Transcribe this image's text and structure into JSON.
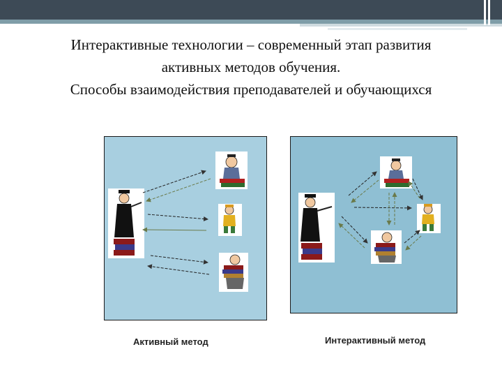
{
  "slide": {
    "title_line1": "Интерактивные технологии  – современный этап развития",
    "title_line2": "активных методов обучения.",
    "title_line3": "Способы взаимодействия преподавателей и обучающихся"
  },
  "diagrams": {
    "active": {
      "caption": "Активный метод"
    },
    "interactive": {
      "caption": "Интерактивный метод"
    }
  },
  "colors": {
    "header_bar": "#3d4a56",
    "header_accent": "#7f9da8",
    "panel_active": "#a8cfe0",
    "panel_interactive": "#8fbfd3"
  }
}
